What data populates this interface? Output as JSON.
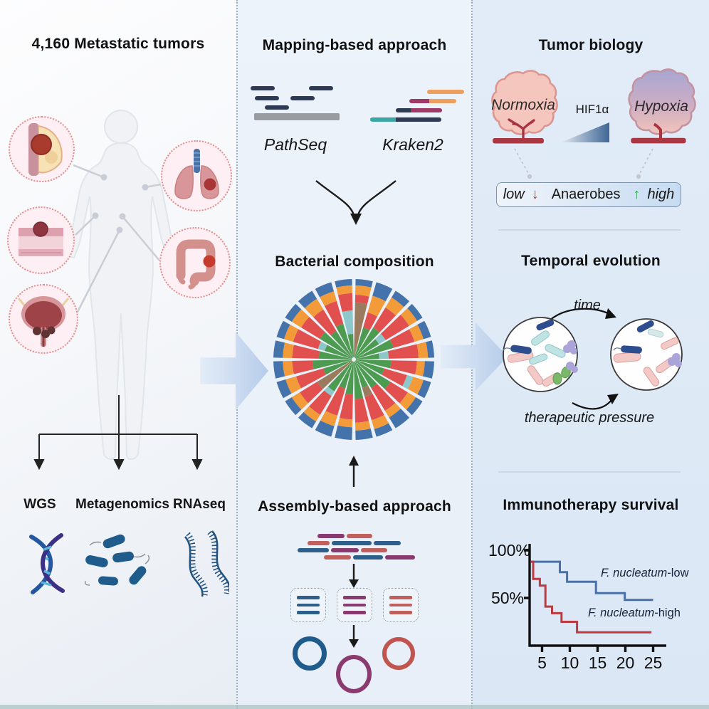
{
  "left": {
    "title": "4,160 Metastatic tumors",
    "organs": [
      "breast",
      "lung",
      "skin",
      "colon",
      "bladder"
    ],
    "seq_methods": [
      {
        "label": "WGS"
      },
      {
        "label": "Metagenomics"
      },
      {
        "label": "RNAseq"
      }
    ]
  },
  "middle": {
    "mapping_title": "Mapping-based approach",
    "pathseq_label": "PathSeq",
    "kraken_label": "Kraken2",
    "composition_title": "Bacterial composition",
    "assembly_title": "Assembly-based approach"
  },
  "right": {
    "biology_title": "Tumor biology",
    "normoxia_label": "Normoxia",
    "hif_label": "HIF1α",
    "hypoxia_label": "Hypoxia",
    "anaerobes_low": "low",
    "low_arrow": "↓",
    "anaerobes_label": "Anaerobes",
    "high_arrow": "↑",
    "anaerobes_high": "high",
    "evolution_title": "Temporal evolution",
    "time_label": "time",
    "pressure_label": "therapeutic pressure",
    "survival_title": "Immunotherapy survival"
  },
  "colors": {
    "accent_arrow": "#b6ccea",
    "low_arrow_red": "#c0392b",
    "high_arrow_green": "#3aa655",
    "read_navy": "#2e3a54",
    "read_gray": "#999ca1",
    "read_orange": "#ec9f5f",
    "read_purple": "#9e3a67",
    "read_teal": "#3aa6a6",
    "contig_blue": "#2e5f8a",
    "contig_purple": "#8a3a6e",
    "contig_red": "#c05f5c"
  },
  "chart_data": [
    {
      "id": "bacterial-composition-wheel",
      "type": "pie",
      "title": "Bacterial composition",
      "description": "Radial stacked composition wheel, 24 sample wedges, segments from center outward",
      "palette": {
        "g": "#4d9b50",
        "r": "#e14f4f",
        "o": "#f29b38",
        "b": "#4472aa",
        "t": "#8ec7c9",
        "n": "#9b7b5e"
      },
      "wedges": [
        [
          [
            "n",
            0.7
          ],
          [
            "r",
            0.1
          ],
          [
            "o",
            0.12
          ],
          [
            "b",
            0.08
          ]
        ],
        [
          [
            "g",
            0.4
          ],
          [
            "r",
            0.2
          ],
          [
            "o",
            0.22
          ],
          [
            "b",
            0.18
          ]
        ],
        [
          [
            "g",
            0.45
          ],
          [
            "r",
            0.3
          ],
          [
            "o",
            0.15
          ],
          [
            "b",
            0.1
          ]
        ],
        [
          [
            "g",
            0.35
          ],
          [
            "t",
            0.1
          ],
          [
            "r",
            0.35
          ],
          [
            "o",
            0.12
          ],
          [
            "b",
            0.08
          ]
        ],
        [
          [
            "g",
            0.5
          ],
          [
            "r",
            0.28
          ],
          [
            "o",
            0.12
          ],
          [
            "b",
            0.1
          ]
        ],
        [
          [
            "g",
            0.3
          ],
          [
            "t",
            0.12
          ],
          [
            "r",
            0.38
          ],
          [
            "o",
            0.12
          ],
          [
            "b",
            0.08
          ]
        ],
        [
          [
            "g",
            0.45
          ],
          [
            "r",
            0.33
          ],
          [
            "o",
            0.1
          ],
          [
            "b",
            0.12
          ]
        ],
        [
          [
            "g",
            0.38
          ],
          [
            "r",
            0.3
          ],
          [
            "t",
            0.08
          ],
          [
            "o",
            0.14
          ],
          [
            "b",
            0.1
          ]
        ],
        [
          [
            "g",
            0.52
          ],
          [
            "r",
            0.26
          ],
          [
            "o",
            0.12
          ],
          [
            "b",
            0.1
          ]
        ],
        [
          [
            "g",
            0.4
          ],
          [
            "r",
            0.34
          ],
          [
            "o",
            0.1
          ],
          [
            "b",
            0.16
          ]
        ],
        [
          [
            "g",
            0.35
          ],
          [
            "n",
            0.12
          ],
          [
            "r",
            0.31
          ],
          [
            "o",
            0.12
          ],
          [
            "b",
            0.1
          ]
        ],
        [
          [
            "g",
            0.48
          ],
          [
            "r",
            0.3
          ],
          [
            "o",
            0.1
          ],
          [
            "b",
            0.12
          ]
        ],
        [
          [
            "g",
            0.42
          ],
          [
            "r",
            0.32
          ],
          [
            "o",
            0.1
          ],
          [
            "b",
            0.16
          ]
        ],
        [
          [
            "g",
            0.36
          ],
          [
            "r",
            0.36
          ],
          [
            "o",
            0.14
          ],
          [
            "b",
            0.14
          ]
        ],
        [
          [
            "g",
            0.45
          ],
          [
            "t",
            0.07
          ],
          [
            "r",
            0.28
          ],
          [
            "o",
            0.1
          ],
          [
            "b",
            0.1
          ]
        ],
        [
          [
            "n",
            0.52
          ],
          [
            "r",
            0.26
          ],
          [
            "o",
            0.12
          ],
          [
            "b",
            0.1
          ]
        ],
        [
          [
            "g",
            0.38
          ],
          [
            "r",
            0.36
          ],
          [
            "o",
            0.14
          ],
          [
            "b",
            0.12
          ]
        ],
        [
          [
            "g",
            0.5
          ],
          [
            "r",
            0.26
          ],
          [
            "o",
            0.12
          ],
          [
            "b",
            0.12
          ]
        ],
        [
          [
            "g",
            0.42
          ],
          [
            "r",
            0.34
          ],
          [
            "o",
            0.12
          ],
          [
            "b",
            0.12
          ]
        ],
        [
          [
            "g",
            0.36
          ],
          [
            "t",
            0.09
          ],
          [
            "r",
            0.33
          ],
          [
            "o",
            0.12
          ],
          [
            "b",
            0.1
          ]
        ],
        [
          [
            "g",
            0.48
          ],
          [
            "r",
            0.28
          ],
          [
            "o",
            0.14
          ],
          [
            "b",
            0.1
          ]
        ],
        [
          [
            "g",
            0.4
          ],
          [
            "r",
            0.32
          ],
          [
            "o",
            0.16
          ],
          [
            "b",
            0.12
          ]
        ],
        [
          [
            "g",
            0.45
          ],
          [
            "r",
            0.3
          ],
          [
            "o",
            0.13
          ],
          [
            "b",
            0.12
          ]
        ],
        [
          [
            "g",
            0.3
          ],
          [
            "t",
            0.3
          ],
          [
            "r",
            0.22
          ],
          [
            "o",
            0.1
          ],
          [
            "b",
            0.08
          ]
        ]
      ]
    },
    {
      "id": "immunotherapy-survival-km",
      "type": "line",
      "title": "Immunotherapy survival",
      "y_ticks": [
        "100%",
        "50%"
      ],
      "x_ticks": [
        "5",
        "10",
        "15",
        "20",
        "25"
      ],
      "xlim": [
        0,
        27
      ],
      "ylim": [
        0,
        100
      ],
      "series": [
        {
          "name": "F. nucleatum-low",
          "color": "#4a70a8",
          "steps": [
            [
              3,
              88
            ],
            [
              8.2,
              88
            ],
            [
              8.2,
              77
            ],
            [
              9.5,
              77
            ],
            [
              9.5,
              67
            ],
            [
              14.7,
              67
            ],
            [
              14.7,
              55
            ],
            [
              19.9,
              55
            ],
            [
              19.9,
              48
            ],
            [
              25,
              48
            ]
          ]
        },
        {
          "name": "F. nucleatum-high",
          "color": "#bc3a40",
          "steps": [
            [
              3,
              88
            ],
            [
              3.4,
              88
            ],
            [
              3.4,
              70
            ],
            [
              4.6,
              70
            ],
            [
              4.6,
              63
            ],
            [
              5.6,
              63
            ],
            [
              5.6,
              41
            ],
            [
              6.8,
              41
            ],
            [
              6.8,
              34
            ],
            [
              8.5,
              34
            ],
            [
              8.5,
              25
            ],
            [
              11.3,
              25
            ],
            [
              11.3,
              14
            ],
            [
              24.7,
              14
            ]
          ]
        }
      ],
      "legend": [
        {
          "italic": "F. nucleatum",
          "rest": "-low"
        },
        {
          "italic": "F. nucleatum",
          "rest": "-high"
        }
      ]
    }
  ]
}
